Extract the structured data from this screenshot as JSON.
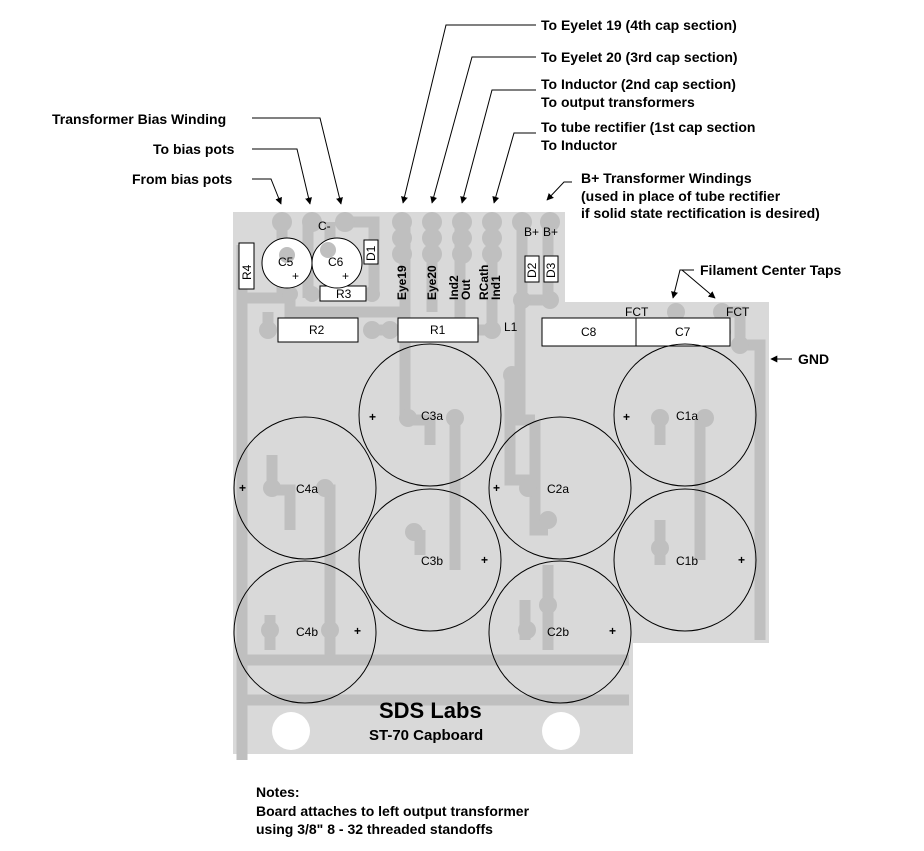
{
  "callouts": {
    "eyelet19": "To Eyelet 19 (4th cap section)",
    "eyelet20": "To Eyelet 20 (3rd cap section)",
    "inductor_line1": "To Inductor (2nd cap section)",
    "inductor_line2": "To output transformers",
    "rectifier_line1": "To tube rectifier (1st cap section",
    "rectifier_line2": "To Inductor",
    "bias_winding": "Transformer Bias Winding",
    "to_bias_pots": "To bias pots",
    "from_bias_pots": "From bias pots",
    "bplus_line1": "B+ Transformer Windings",
    "bplus_line2": "(used in place of tube rectifier",
    "bplus_line3": "if solid state rectification is desired)",
    "filament": "Filament Center Taps",
    "gnd": "GND"
  },
  "board": {
    "title": "SDS Labs",
    "subtitle": "ST-70 Capboard"
  },
  "silkscreen": {
    "c_minus": "C-",
    "c5": "C5",
    "c6": "C6",
    "r4": "R4",
    "d1": "D1",
    "r3": "R3",
    "r2": "R2",
    "r1": "R1",
    "l1": "L1",
    "eye19": "Eye19",
    "eye20": "Eye20",
    "ind2": "Ind2",
    "out": "Out",
    "rcath": "RCath",
    "ind1": "Ind1",
    "bplus1": "B+",
    "bplus2": "B+",
    "d2": "D2",
    "d3": "D3",
    "fct1": "FCT",
    "fct2": "FCT",
    "c8": "C8",
    "c7": "C7",
    "c3a": "C3a",
    "c3b": "C3b",
    "c4a": "C4a",
    "c4b": "C4b",
    "c2a": "C2a",
    "c2b": "C2b",
    "c1a": "C1a",
    "c1b": "C1b",
    "plus": "+"
  },
  "notes": {
    "heading": "Notes:",
    "line1": "Board attaches to left output transformer",
    "line2": "using 3/8\" 8 - 32 threaded standoffs"
  },
  "colors": {
    "board": "#d9d9d9",
    "trace": "#bfbfbf",
    "ink": "#000000",
    "hole": "#ffffff"
  }
}
